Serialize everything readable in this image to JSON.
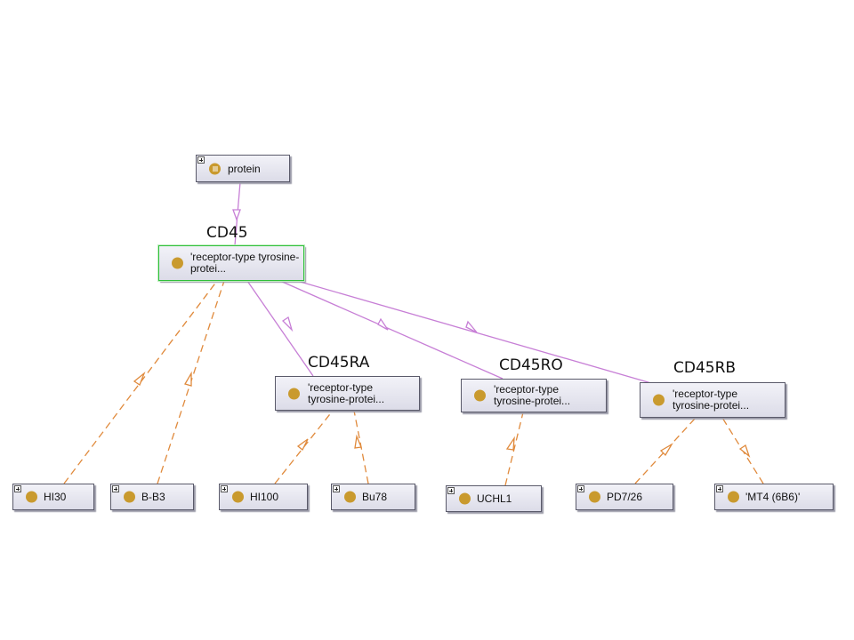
{
  "colors": {
    "subclass_edge": "#c77fd6",
    "instance_edge": "#e08a3c",
    "individual_icon": "#c99a2e",
    "selected_border": "#2fbf3a"
  },
  "nodes": {
    "protein": {
      "label": "protein",
      "icon": "class-icon"
    },
    "cd45": {
      "label": "'receptor-type tyrosine-protei..."
    },
    "cd45ra": {
      "label": "'receptor-type tyrosine-protei..."
    },
    "cd45ro": {
      "label": "'receptor-type tyrosine-protei..."
    },
    "cd45rb": {
      "label": "'receptor-type tyrosine-protei..."
    },
    "hi30": {
      "label": "HI30"
    },
    "bb3": {
      "label": "B-B3"
    },
    "hi100": {
      "label": "HI100"
    },
    "bu78": {
      "label": "Bu78"
    },
    "uchl1": {
      "label": "UCHL1"
    },
    "pd726": {
      "label": "PD7/26"
    },
    "mt4": {
      "label": "'MT4 (6B6)'"
    }
  },
  "callouts": {
    "cd45": "CD45",
    "cd45ra": "CD45RA",
    "cd45ro": "CD45RO",
    "cd45rb": "CD45RB"
  }
}
